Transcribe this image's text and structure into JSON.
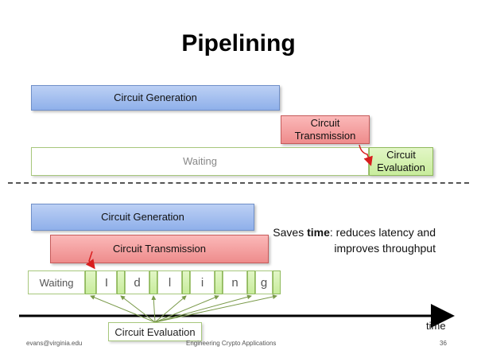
{
  "slide": {
    "title": "Pipelining",
    "top": {
      "generation": "Circuit Generation",
      "transmission_line1": "Circuit",
      "transmission_line2": "Transmission",
      "waiting": "Waiting",
      "evaluation_line1": "Circuit",
      "evaluation_line2": "Evaluation"
    },
    "bottom": {
      "generation": "Circuit Generation",
      "transmission": "Circuit Transmission",
      "waiting": "Waiting",
      "idling_letters": [
        "I",
        "d",
        "l",
        "i",
        "n",
        "g"
      ],
      "evaluation": "Circuit Evaluation",
      "time_label": "time"
    },
    "note": {
      "prefix": "Saves ",
      "bold": "time",
      "suffix": ": reduces latency and improves throughput"
    },
    "footer": {
      "left": "evans@virginia.edu",
      "center": "Engineering Crypto Applications",
      "page": "36"
    },
    "colors": {
      "blue": "#9db9ee",
      "red": "#f29a9a",
      "green": "#d2f0ac",
      "arrow_red": "#d81e1e",
      "arrow_green": "#7a9a4a"
    }
  }
}
